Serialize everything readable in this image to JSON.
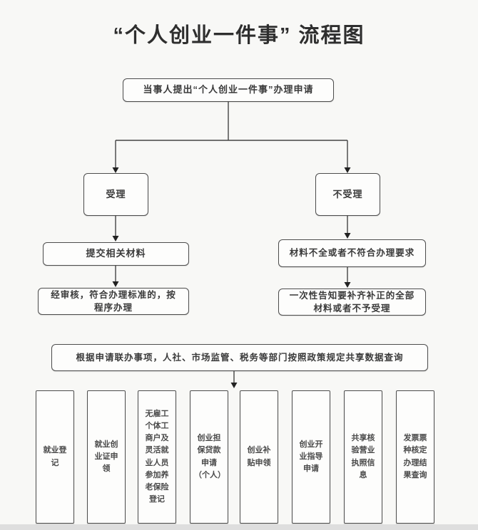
{
  "title": "“个人创业一件事” 流程图",
  "flow": {
    "start": "当事人提出“个人创业一件事”办理申请",
    "accept": "受理",
    "reject": "不受理",
    "submit": "提交相关材料",
    "incomplete": "材料不全或者不符合办理要求",
    "review": "经审核，符合办理标准的，按程序办理",
    "notify": "一次性告知要补齐补正的全部材料或者不予受理",
    "share": "根据申请联办事项，人社、市场监管、税务等部门按照政策规定共享数据查询"
  },
  "services": [
    "就业登记",
    "就业创业证申领",
    "无雇工个体工商户及灵活就业人员参加养老保险登记",
    "创业担保贷款申请（个人）",
    "创业补贴申领",
    "创业开业指导申请",
    "共享核验营业执照信息",
    "发票票种核定办理结果查询"
  ],
  "colors": {
    "background": "#f8f8f6",
    "box_border": "#4d4d4d",
    "text": "#3a3a3a",
    "connector": "#444444",
    "bottom_band": "#dedede"
  }
}
